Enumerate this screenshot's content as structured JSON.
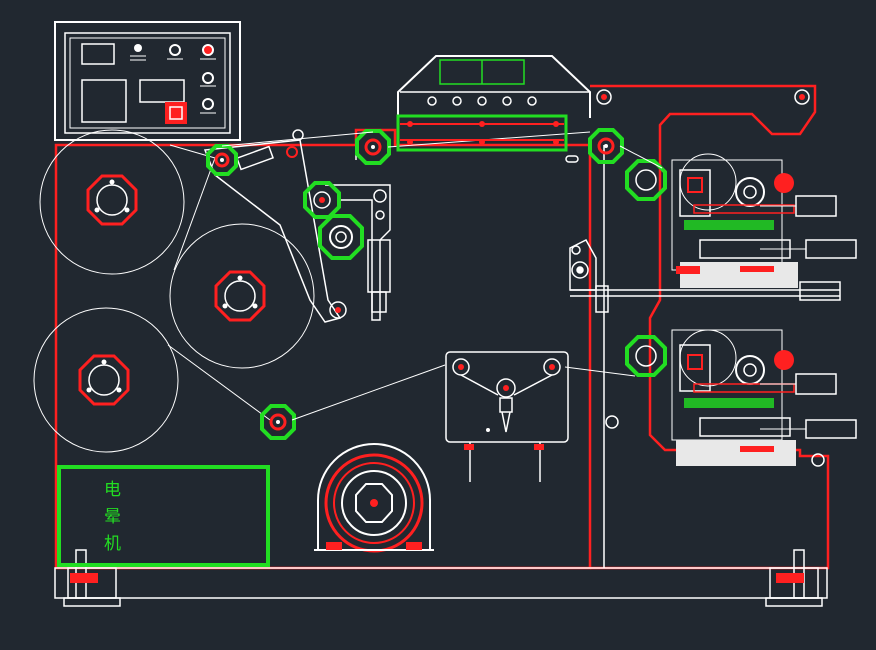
{
  "drawing": {
    "background": "#212830",
    "colors": {
      "line": "#ffffff",
      "frame": "#ff2020",
      "accent": "#22dd22",
      "roll_mark": "#ff2020"
    },
    "cabinet_label": [
      "电",
      "晕",
      "机"
    ]
  }
}
